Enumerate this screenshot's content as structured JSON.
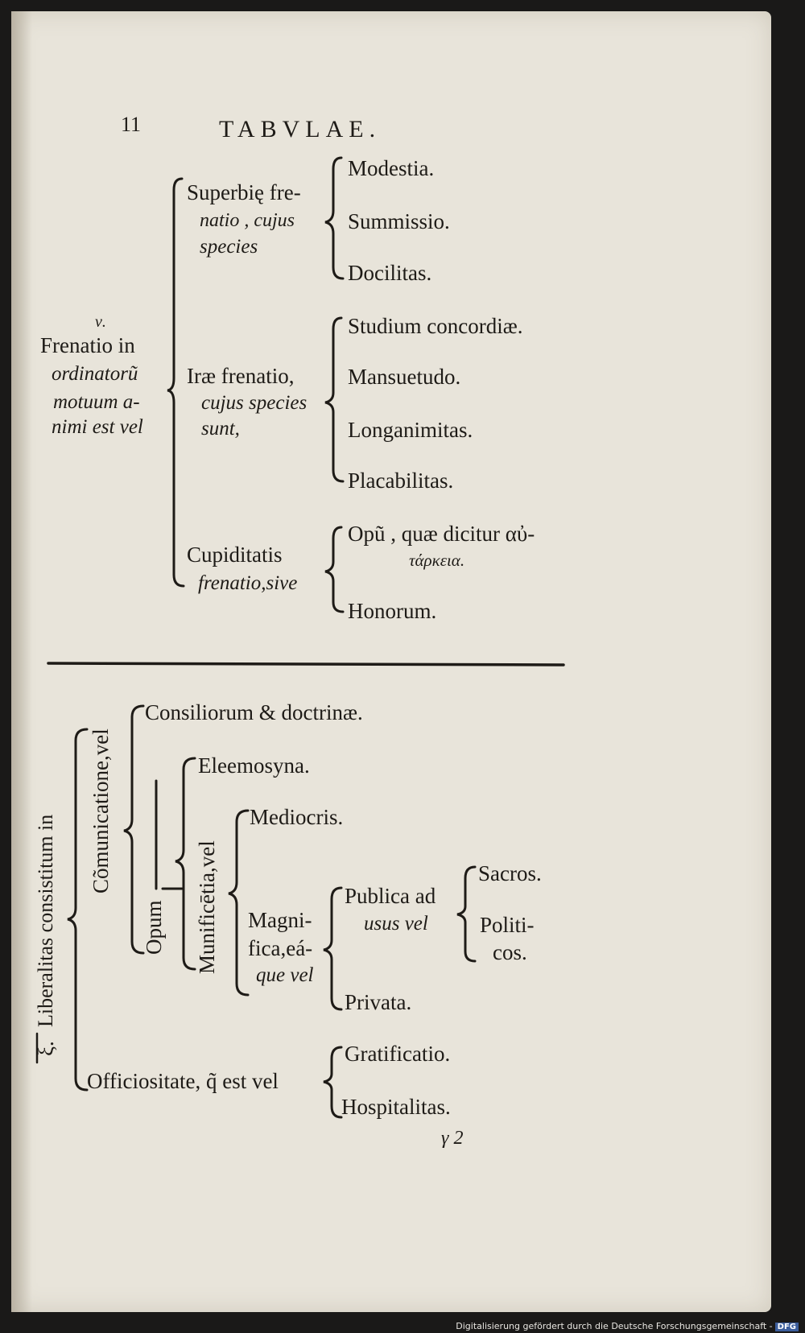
{
  "header": {
    "page_number": "11",
    "title": "TABVLAE."
  },
  "upper_table": {
    "marker": "ν.",
    "root_lines": [
      "Frenatio in",
      "ordinatorũ",
      "motuum a-",
      "nimi est vel"
    ],
    "branches": [
      {
        "lines": [
          "Superbię fre-",
          "natio , cujus",
          "species"
        ],
        "items": [
          "Modestia.",
          "Summissio.",
          "Docilitas."
        ]
      },
      {
        "lines": [
          "Iræ frenatio,",
          "cujus species",
          "sunt,"
        ],
        "items": [
          "Studium concordiæ.",
          "Mansuetudo.",
          "Longanimitas.",
          "Placabilitas."
        ]
      },
      {
        "lines": [
          "Cupiditatis",
          "frenatio,sive"
        ],
        "items": [
          "Opũ , quæ dicitur αὐ-",
          "τάρκεια.",
          "Honorum."
        ]
      }
    ]
  },
  "lower_table": {
    "marker": "ξ.",
    "root": "Liberalitas consistitum in",
    "communicatione": "Cõmunicatione,vel",
    "consiliorum": "Consiliorum & doctrinæ.",
    "opum": "Opum",
    "munificentia": "Munificētia,vel",
    "eleemosyna": "Eleemosyna.",
    "mediocris": "Mediocris.",
    "magnifica": [
      "Magni-",
      "fica,eá-",
      "que vel"
    ],
    "publica": [
      "Publica ad",
      "usus vel"
    ],
    "sacros": "Sacros.",
    "politicos": [
      "Politi-",
      "cos."
    ],
    "privata": "Privata.",
    "officiositate": "Officiositate, q̃ est vel",
    "gratificatio": "Gratificatio.",
    "hospitalitas": "Hospitalitas."
  },
  "signature": "γ 2",
  "footer": {
    "credit": "Digitalisierung gefördert durch die Deutsche Forschungsgemeinschaft -",
    "logo": "DFG"
  }
}
